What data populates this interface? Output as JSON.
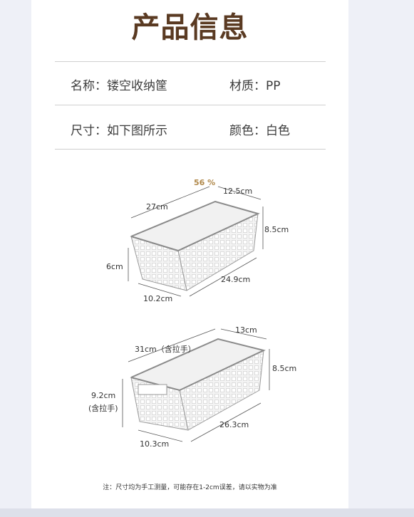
{
  "title": "产品信息",
  "info": {
    "name_label": "名称：",
    "name_value": "镂空收纳筐",
    "material_label": "材质：",
    "material_value": "PP",
    "size_label": "尺寸：",
    "size_value": "如下图所示",
    "color_label": "颜色：",
    "color_value": "白色"
  },
  "badge": "56 %",
  "basket1": {
    "top_length": "27cm",
    "top_width": "12.5cm",
    "height": "8.5cm",
    "front_height": "6cm",
    "bottom_width": "10.2cm",
    "bottom_length": "24.9cm"
  },
  "basket2": {
    "top_length": "31cm（含拉手）",
    "top_width": "13cm",
    "height": "8.5cm",
    "front_height": "9.2cm",
    "front_height_note": "(含拉手)",
    "bottom_width": "10.3cm",
    "bottom_length": "26.3cm"
  },
  "note": "注：尺寸均为手工测量，可能存在1-2cm误差，请以实物为准",
  "colors": {
    "title": "#5a3a22",
    "background": "#eef0f7"
  }
}
